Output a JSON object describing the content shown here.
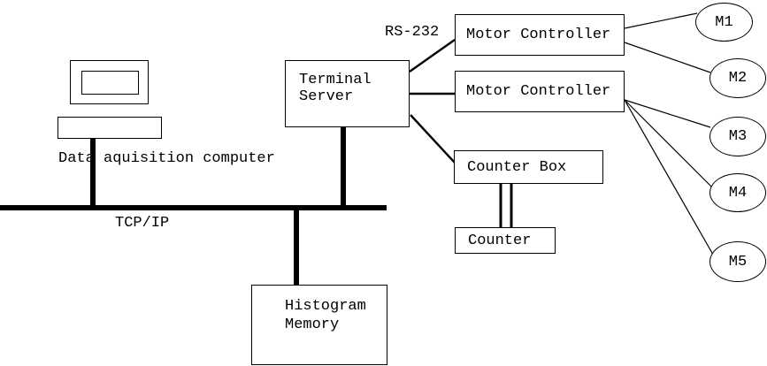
{
  "diagram": {
    "description": "Data acquisition system block diagram"
  },
  "labels": {
    "bus": "TCP/IP",
    "serial": "RS-232"
  },
  "nodes": {
    "data_acquisition_computer": {
      "label": "Data aquisition computer"
    },
    "terminal_server": {
      "lines": [
        "Terminal",
        "Server"
      ]
    },
    "motor_controller_1": {
      "label": "Motor Controller"
    },
    "motor_controller_2": {
      "label": "Motor Controller"
    },
    "counter_box": {
      "label": "Counter Box"
    },
    "counter": {
      "label": "Counter"
    },
    "histogram_memory": {
      "lines": [
        "Histogram",
        "Memory"
      ]
    },
    "motors": [
      {
        "label": "M1"
      },
      {
        "label": "M2"
      },
      {
        "label": "M3"
      },
      {
        "label": "M4"
      },
      {
        "label": "M5"
      }
    ]
  },
  "colors": {
    "line": "#000000",
    "background": "#ffffff"
  }
}
